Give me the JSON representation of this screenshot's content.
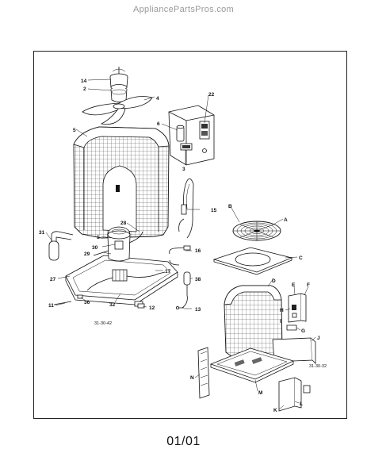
{
  "site_header": "AppliancePartsPros.com",
  "page_number": "01/01",
  "diagram_codes": {
    "left": "31-30-42",
    "right": "31-30-32"
  },
  "callouts": {
    "c14": "14",
    "c2": "2",
    "c4": "4",
    "c5": "5",
    "c6": "6",
    "c22": "22",
    "c3": "3",
    "c15": "15",
    "c28": "28",
    "c31": "31",
    "c1": "1",
    "c30": "30",
    "c29": "29",
    "c16": "16",
    "c17": "17",
    "c27": "27",
    "c38": "38",
    "c36": "36",
    "c11": "11",
    "c32": "32",
    "c12": "12",
    "c13": "13",
    "cB": "B",
    "cA": "A",
    "cC": "C",
    "cD": "D",
    "cE": "E",
    "cF": "F",
    "cH": "H",
    "cI": "I",
    "cG": "G",
    "cJ": "J",
    "cN": "N",
    "cM": "M",
    "cL": "L",
    "cK": "K"
  }
}
